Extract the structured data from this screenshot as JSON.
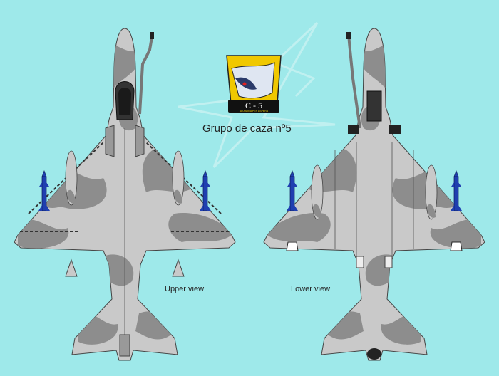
{
  "title": "Grupo de caza nº5",
  "views": {
    "upper_label": "Upper view",
    "lower_label": "Lower view"
  },
  "emblem": {
    "text": "C - 5",
    "motto": "AD ASTRA PER ASPERA"
  },
  "colors": {
    "background": "#9ee9ea",
    "camo_light": "#c9c9c9",
    "camo_dark": "#8d8d8d",
    "emblem_yellow": "#f0c800",
    "missile_blue": "#1f3fb0"
  },
  "icons": [
    "squadron-emblem-icon",
    "aircraft-upper-icon",
    "aircraft-lower-icon",
    "missile-icon"
  ]
}
